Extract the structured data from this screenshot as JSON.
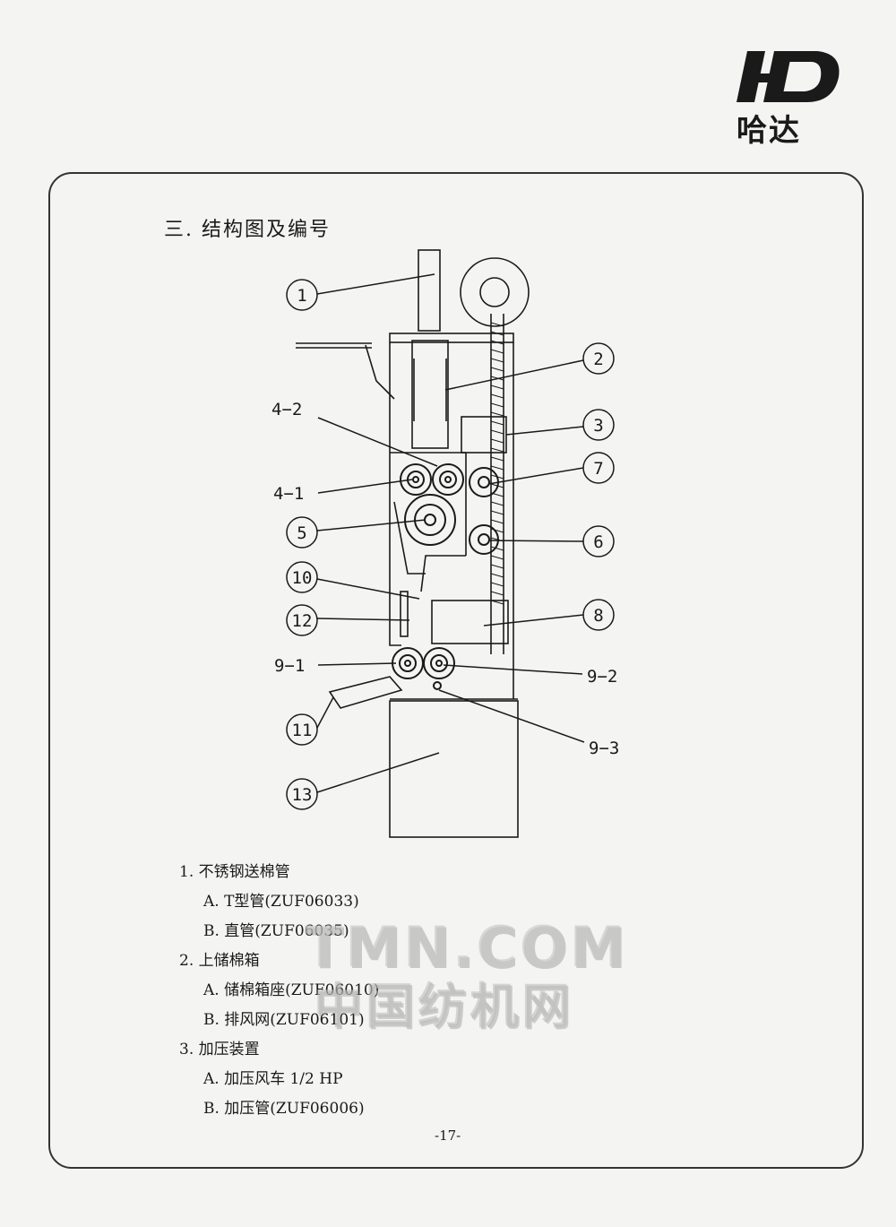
{
  "logo": {
    "text": "哈达"
  },
  "heading": "三. 结构图及编号",
  "callouts": {
    "c1": "1",
    "c2": "2",
    "c3": "3",
    "c4_2": "4−2",
    "c4_1": "4−1",
    "c5": "5",
    "c6": "6",
    "c7": "7",
    "c8": "8",
    "c9_1": "9−1",
    "c9_2": "9−2",
    "c9_3": "9−3",
    "c10": "10",
    "c11": "11",
    "c12": "12",
    "c13": "13"
  },
  "parts": [
    {
      "label": "1. 不锈钢送棉管",
      "subs": [
        "A. T型管(ZUF06033)",
        "B. 直管(ZUF06035)"
      ]
    },
    {
      "label": "2. 上储棉箱",
      "subs": [
        "A. 储棉箱座(ZUF06010)",
        "B. 排风网(ZUF06101)"
      ]
    },
    {
      "label": "3. 加压装置",
      "subs": [
        "A. 加压风车 1/2 HP",
        "B. 加压管(ZUF06006)"
      ]
    }
  ],
  "watermark": {
    "line1": "TMN.COM",
    "line2": "中国纺机网"
  },
  "page_number": "-17-"
}
